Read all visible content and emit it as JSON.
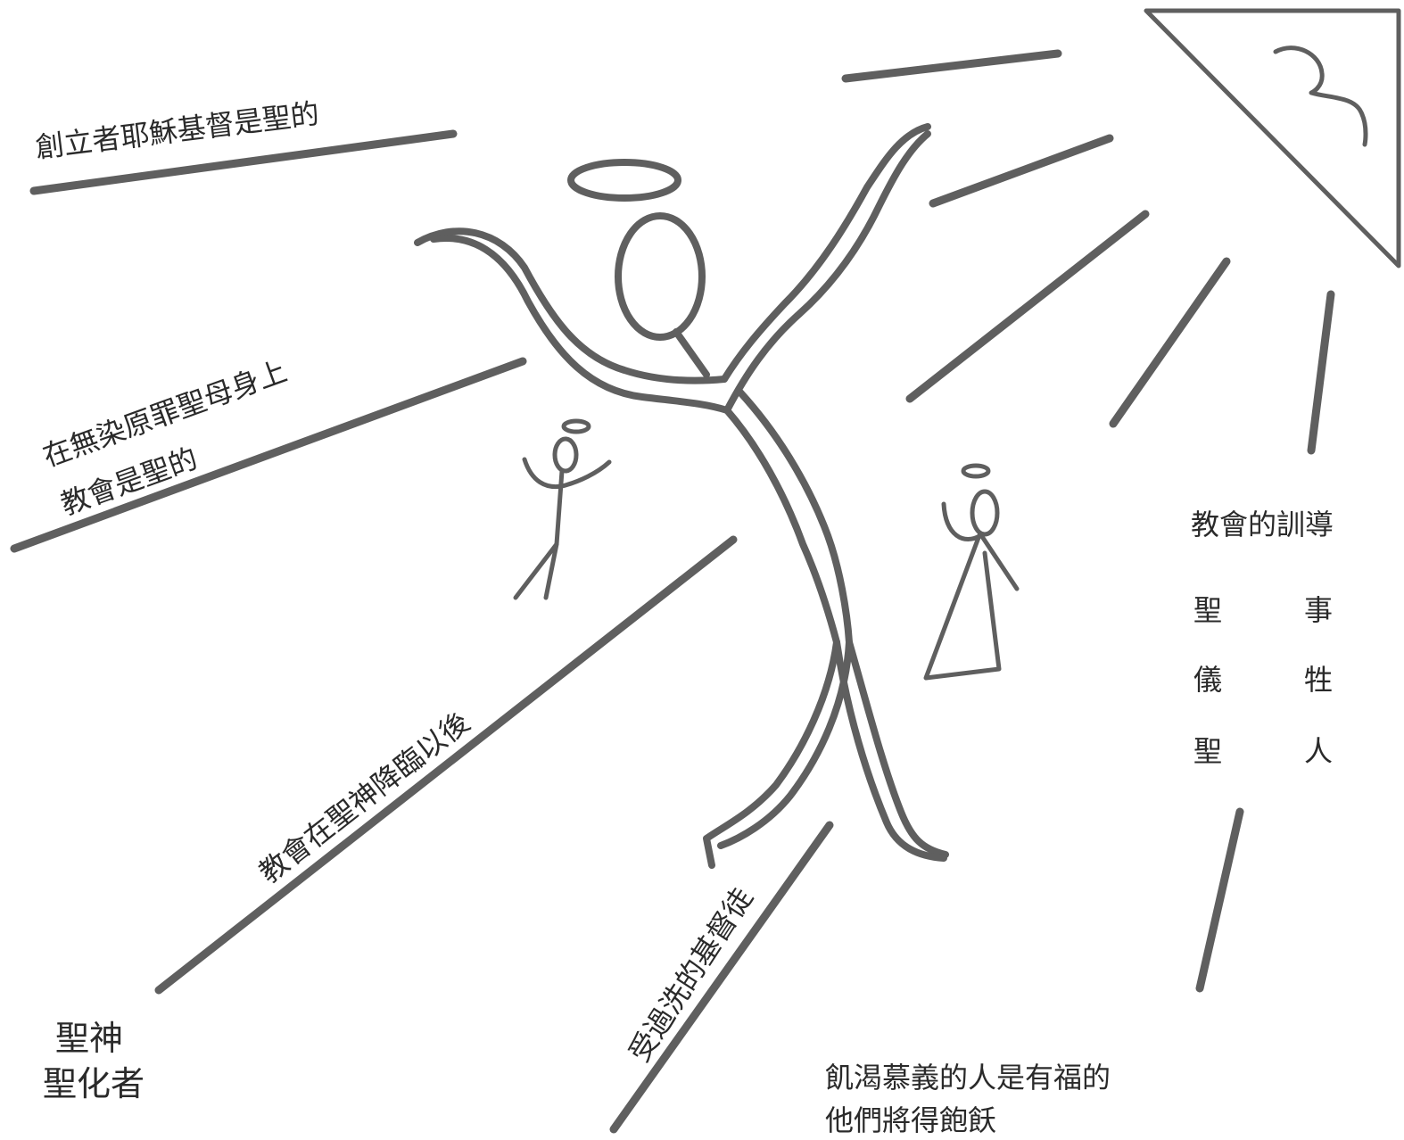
{
  "labels": {
    "founder": "創立者耶穌基督是聖的",
    "mary_line1": "在無染原罪聖母身上",
    "mary_line2": "教會是聖的",
    "pentecost": "教會在聖神降臨以後",
    "baptized": "受過洗的基督徒",
    "spirit_line1": "聖神",
    "spirit_line2": "聖化者",
    "beatitude_line1": "飢渴慕義的人是有福的",
    "beatitude_line2": "他們將得飽飫",
    "magisterium": "教會的訓導",
    "col_left": [
      "聖",
      "儀",
      "聖"
    ],
    "col_right": [
      "事",
      "牲",
      "人"
    ]
  }
}
